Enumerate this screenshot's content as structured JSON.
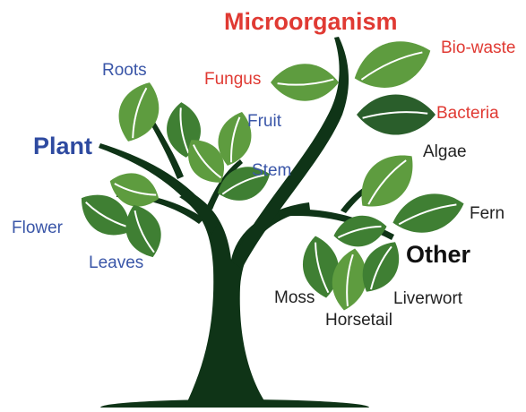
{
  "colors": {
    "trunk": "#0f3417",
    "leaf_light": "#5e9c3f",
    "leaf_mid": "#3f7f33",
    "leaf_dark": "#2a5e2b",
    "vein": "#ffffff",
    "plant_text": "#2e4aa0",
    "micro_text": "#e03a33",
    "other_text": "#111111"
  },
  "categories": {
    "plant": {
      "title": "Plant",
      "items": [
        "Roots",
        "Fruit",
        "Stem",
        "Flower",
        "Leaves"
      ]
    },
    "microorganism": {
      "title": "Microorganism",
      "items": [
        "Fungus",
        "Bio-waste",
        "Bacteria"
      ]
    },
    "other": {
      "title": "Other",
      "items": [
        "Algae",
        "Fern",
        "Moss",
        "Liverwort",
        "Horsetail"
      ]
    }
  }
}
